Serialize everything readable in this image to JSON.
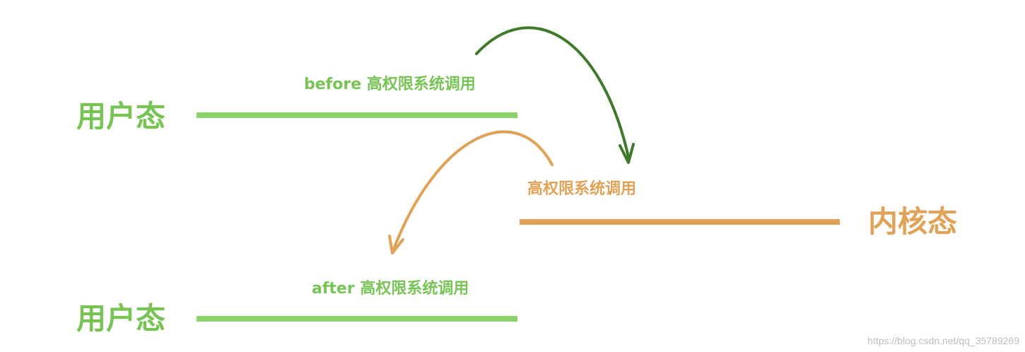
{
  "user_state_top": {
    "label": "用户态"
  },
  "user_state_bottom": {
    "label": "用户态"
  },
  "kernel_state": {
    "label": "内核态"
  },
  "before_call": {
    "label": "before 高权限系统调用"
  },
  "kernel_call": {
    "label": "高权限系统调用"
  },
  "after_call": {
    "label": "after 高权限系统调用"
  },
  "watermark": "https://blog.csdn.net/qq_35789269",
  "colors": {
    "user": "#8bd46a",
    "user_text": "#77c455",
    "kernel": "#e0a256",
    "arrow_down": "#3f7a2a",
    "arrow_up": "#e0a256"
  }
}
